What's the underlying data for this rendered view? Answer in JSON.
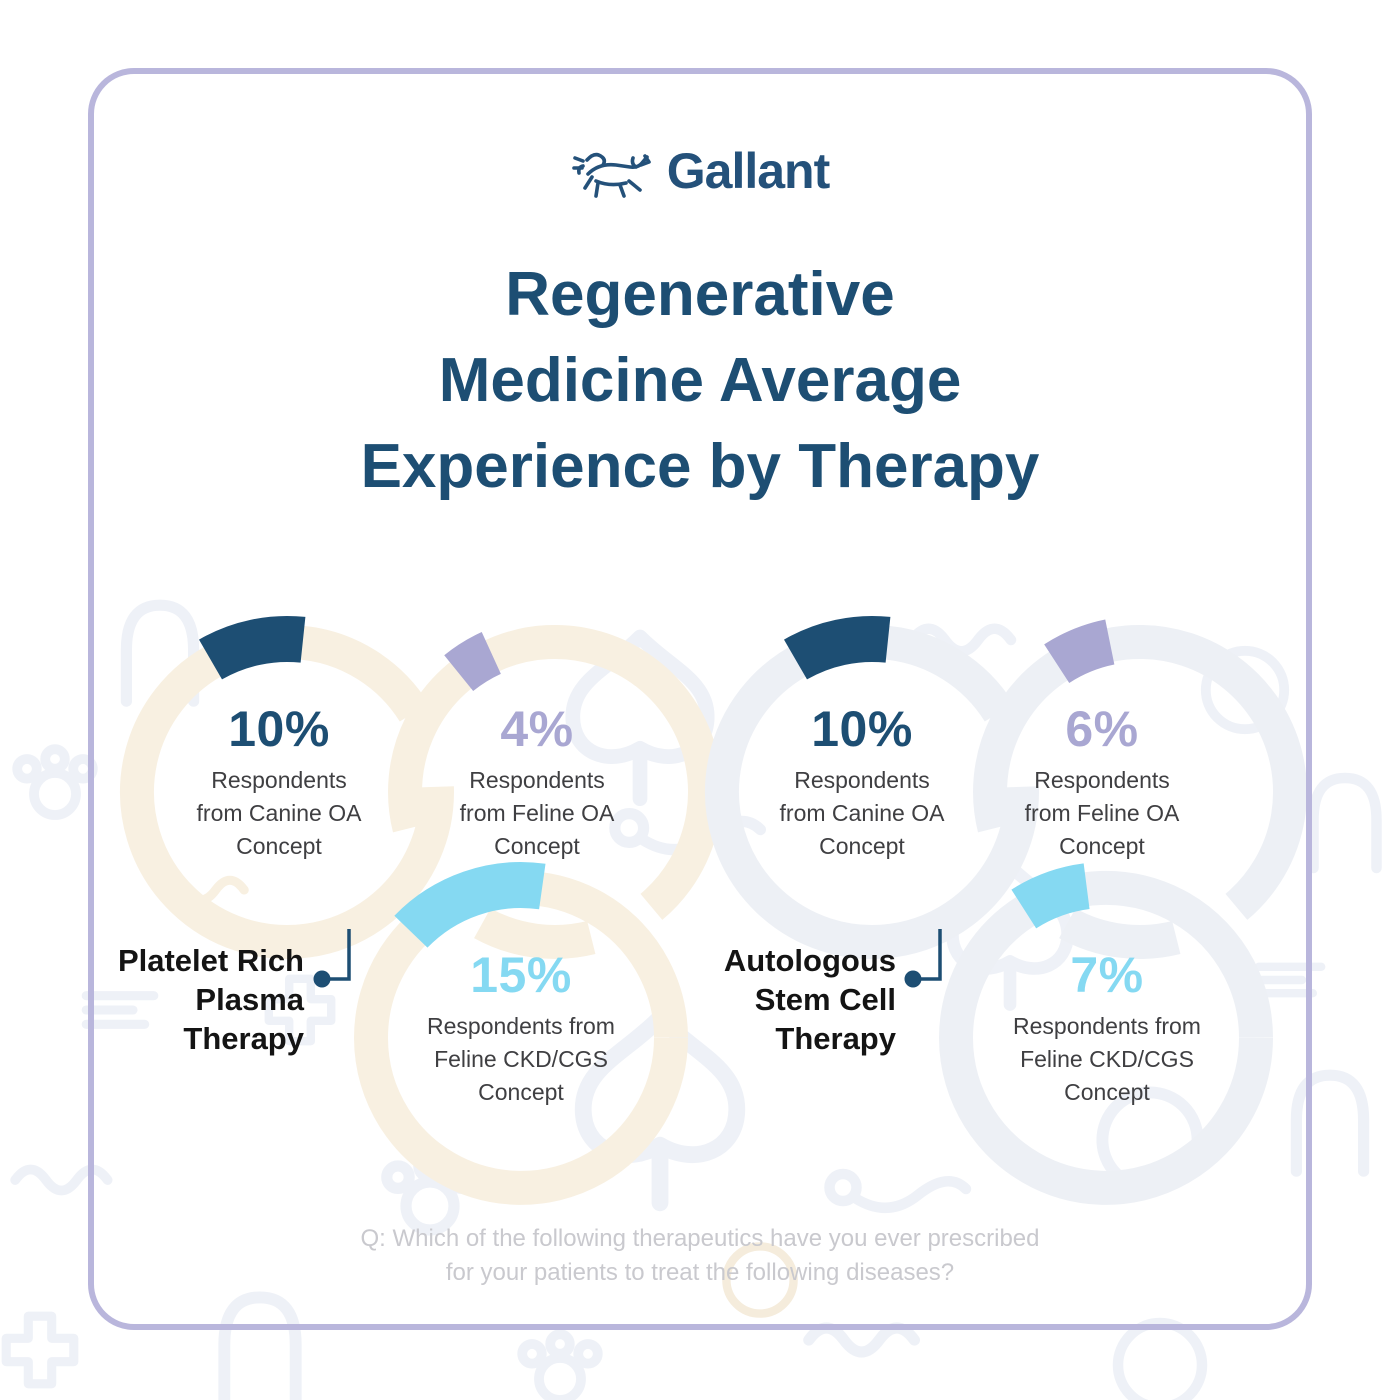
{
  "logo": {
    "brand": "Gallant"
  },
  "title": {
    "lines": [
      "Regenerative",
      "Medicine Average",
      "Experience by Therapy"
    ]
  },
  "footer": {
    "line1": "Q: Which of the following therapeutics have you ever prescribed",
    "line2": "for your patients to treat the following diseases?"
  },
  "colors": {
    "navy": "#1d4e73",
    "brand_navy": "#24517a",
    "sky_blue": "#85d9f2",
    "lavender": "#a9a7d2",
    "cream_ring": "#f8f0e1",
    "gray_ring": "#edf0f5",
    "border_lavender": "#b9b6dc",
    "label_black": "#141414",
    "desc_gray": "#3f3f42",
    "question_gray": "#c9c9ce",
    "pattern_gray": "#eef1f7"
  },
  "chart_data": [
    {
      "type": "pie",
      "title": "Platelet Rich Plasma Therapy",
      "therapy_lines": [
        "Platelet Rich",
        "Plasma",
        "Therapy"
      ],
      "unit": "%",
      "segments": [
        {
          "value": 10,
          "value_label": "10%",
          "label": "Respondents from Canine OA Concept",
          "desc_lines": [
            "Respondents",
            "from Canine OA",
            "Concept"
          ],
          "accent": "#1d4e73",
          "ring_color": "#f8f0e1"
        },
        {
          "value": 4,
          "value_label": "4%",
          "label": "Respondents from Feline OA Concept",
          "desc_lines": [
            "Respondents",
            "from Feline OA",
            "Concept"
          ],
          "accent": "#a9a7d2",
          "ring_color": "#f8f0e1"
        },
        {
          "value": 15,
          "value_label": "15%",
          "label": "Respondents from Feline CKD/CGS Concept",
          "desc_lines": [
            "Respondents from",
            "Feline CKD/CGS",
            "Concept"
          ],
          "accent": "#85d9f2",
          "ring_color": "#f8f0e1"
        }
      ]
    },
    {
      "type": "pie",
      "title": "Autologous Stem Cell Therapy",
      "therapy_lines": [
        "Autologous",
        "Stem Cell",
        "Therapy"
      ],
      "unit": "%",
      "segments": [
        {
          "value": 10,
          "value_label": "10%",
          "label": "Respondents from Canine OA Concept",
          "desc_lines": [
            "Respondents",
            "from Canine OA",
            "Concept"
          ],
          "accent": "#1d4e73",
          "ring_color": "#edf0f5"
        },
        {
          "value": 6,
          "value_label": "6%",
          "label": "Respondents from Feline OA Concept",
          "desc_lines": [
            "Respondents",
            "from Feline OA",
            "Concept"
          ],
          "accent": "#a9a7d2",
          "ring_color": "#edf0f5"
        },
        {
          "value": 7,
          "value_label": "7%",
          "label": "Respondents from Feline CKD/CGS Concept",
          "desc_lines": [
            "Respondents from",
            "Feline CKD/CGS",
            "Concept"
          ],
          "accent": "#85d9f2",
          "ring_color": "#edf0f5"
        }
      ]
    }
  ]
}
